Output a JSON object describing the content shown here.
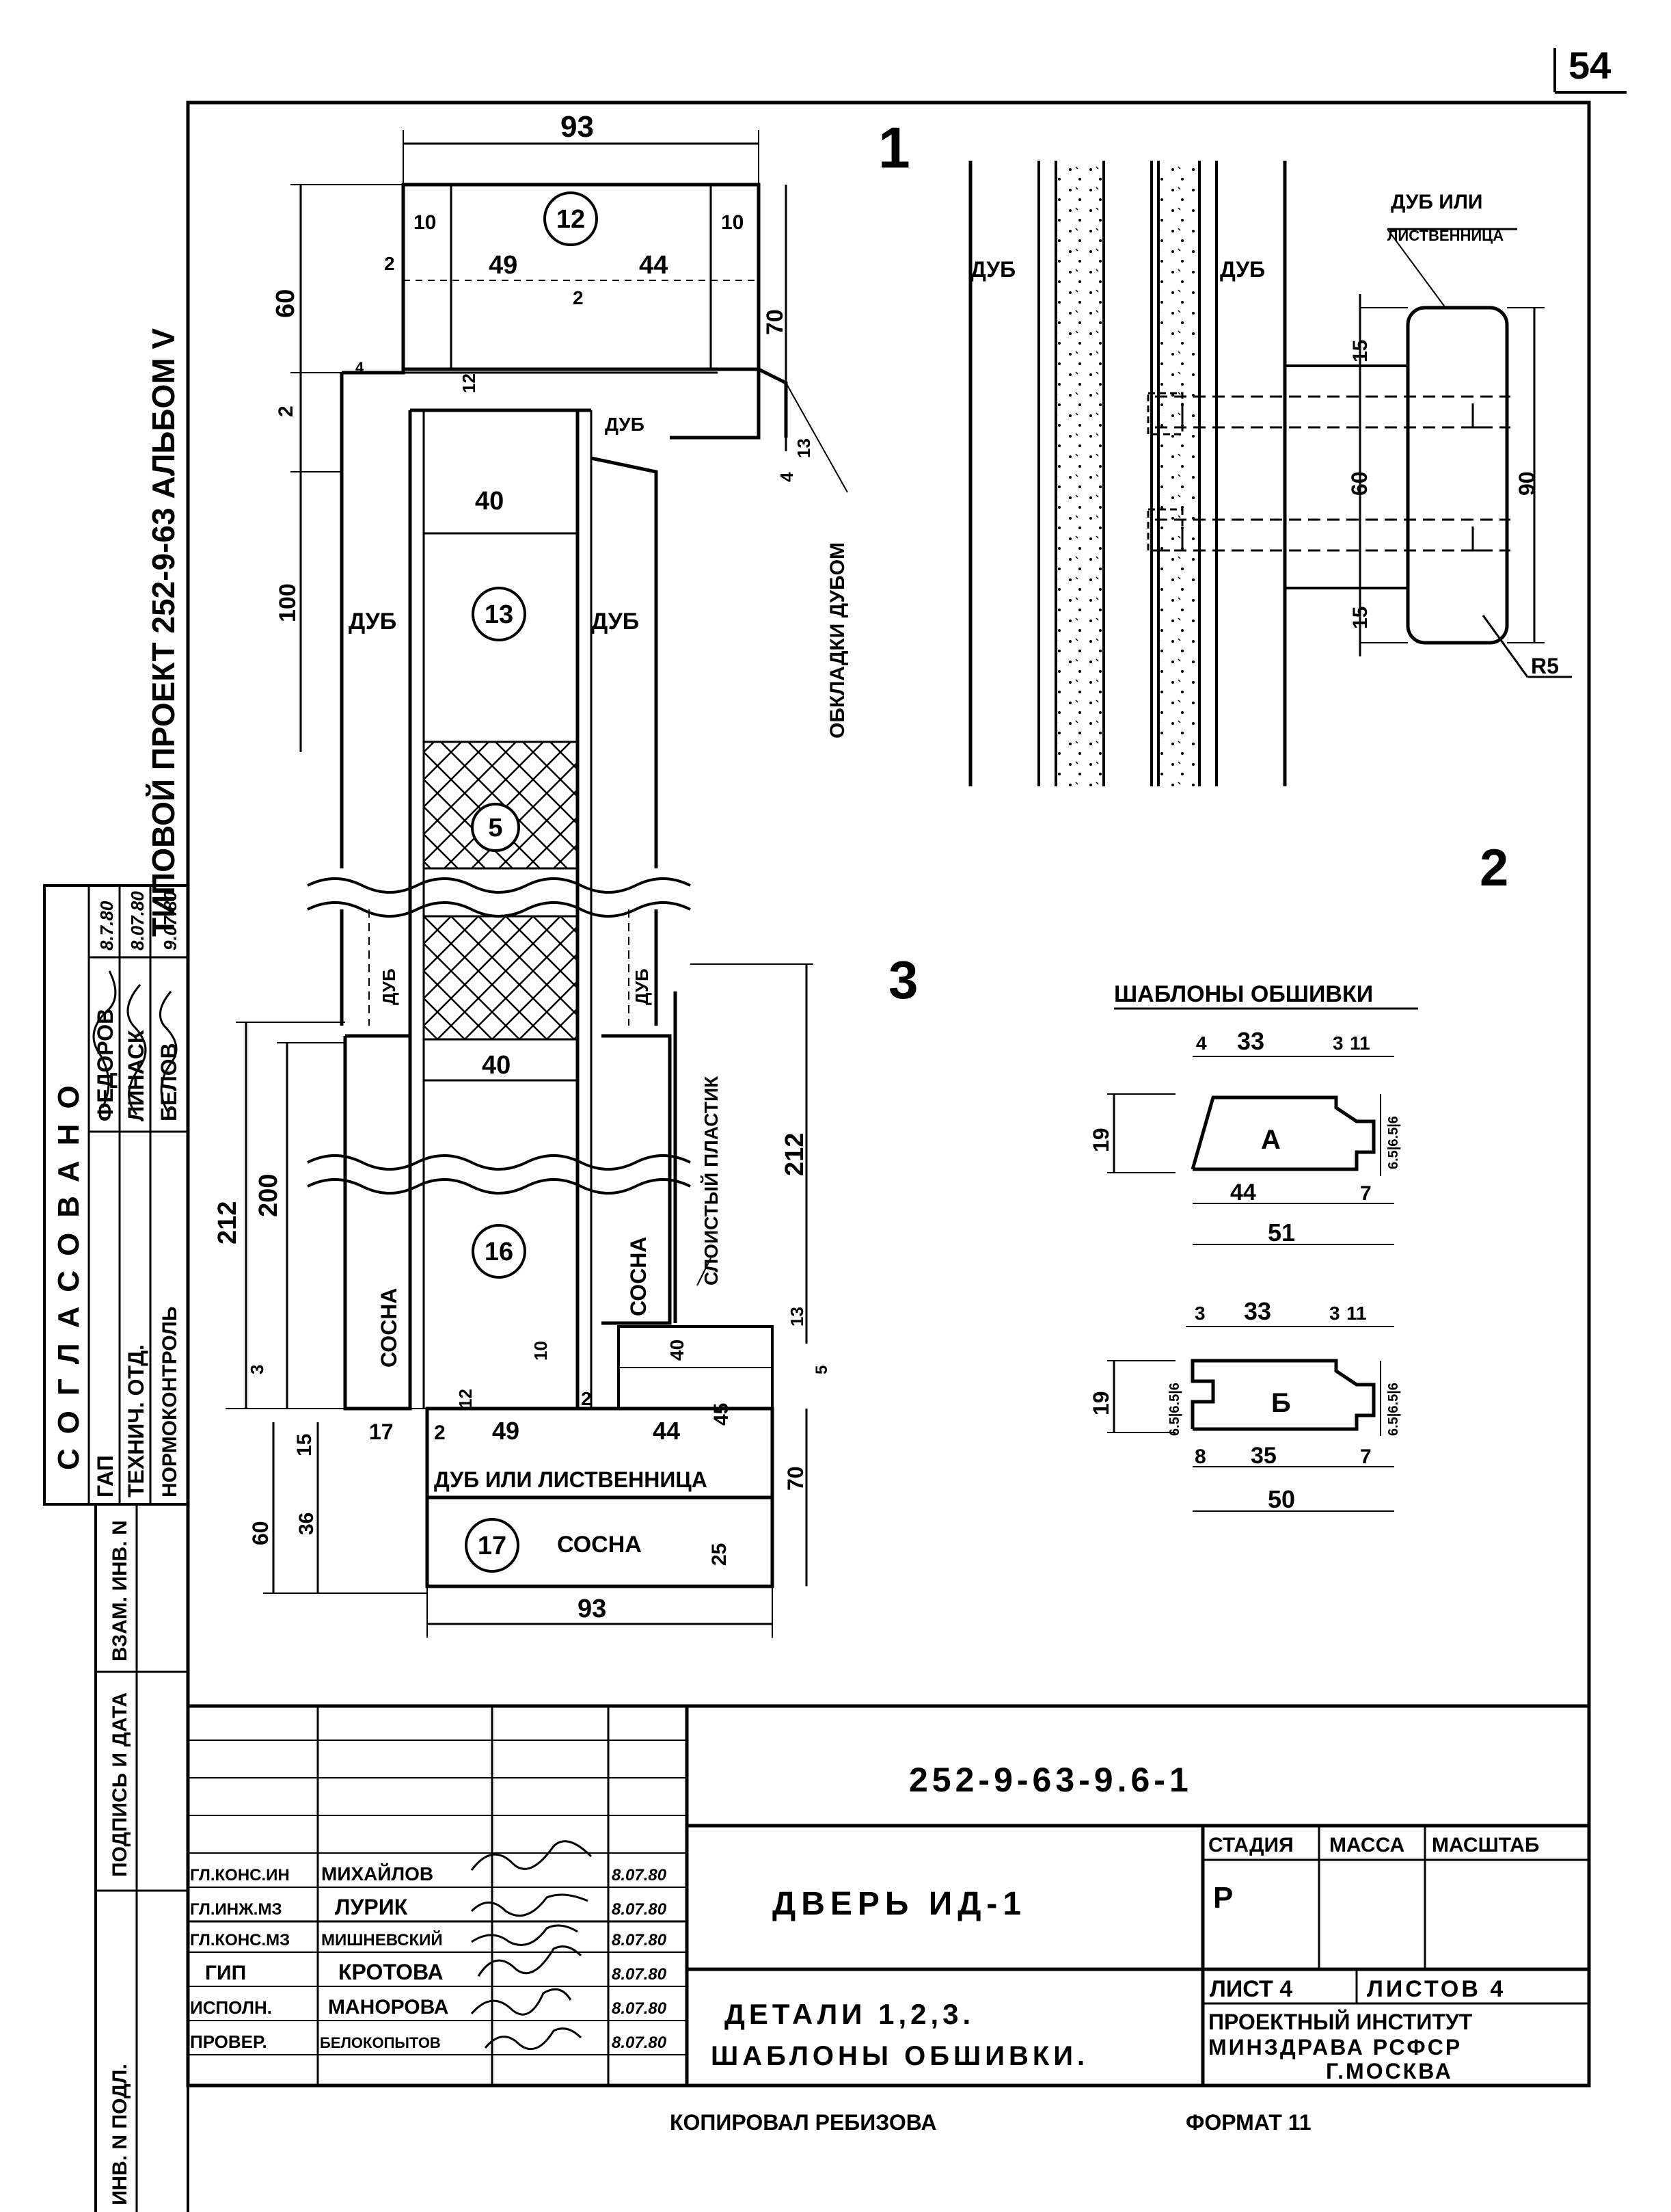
{
  "sheet_number": "54",
  "side_header": "ТИПОВОЙ ПРОЕКТ 252-9-63   АЛЬБОМ V",
  "approval": {
    "title": "СОГЛАСОВАНО",
    "rows": [
      {
        "role": "ГАП",
        "name": "ФЕДОРОВ",
        "date": "8.7.80"
      },
      {
        "role": "ТЕХНИЧ. ОТД.",
        "name": "ЛИНАСК",
        "date": "8.07.80"
      },
      {
        "role": "НОРМОКОНТРОЛЬ",
        "name": "БЕЛОВ",
        "date": "9.07.80"
      }
    ]
  },
  "left_stamp": {
    "inv_sub": "ВЗАМ. ИНВ. N",
    "sign_date": "ПОДПИСЬ И ДАТА",
    "inv_orig": "ИНВ. N ПОДЛ."
  },
  "detail_numbers": [
    "1",
    "2",
    "3"
  ],
  "detail1": {
    "dims": [
      "93",
      "10",
      "10",
      "49",
      "44",
      "2",
      "2",
      "60",
      "70",
      "2",
      "4",
      "12",
      "100",
      "40",
      "4",
      "13",
      "40"
    ],
    "marks": [
      "12",
      "13",
      "5",
      "16",
      "17"
    ],
    "labels": {
      "oak_left": "ДУБ",
      "oak_right": "ДУБ",
      "oak_small": "ДУБ",
      "oak_v1": "ДУБ",
      "oak_v2": "ДУБ",
      "oak_lining": "ОБКЛАДКИ ДУБОМ",
      "plastic": "СЛОИСТЫЙ ПЛАСТИК",
      "pine_left": "СОСНА",
      "pine_right": "СОСНА",
      "oak_or_larch": "ДУБ ИЛИ ЛИСТВЕННИЦА",
      "pine_bottom": "СОСНА"
    }
  },
  "detail3": {
    "dims": [
      "212",
      "200",
      "212",
      "3",
      "15",
      "17",
      "2",
      "12",
      "49",
      "2",
      "44",
      "10",
      "40",
      "45",
      "13",
      "5",
      "70",
      "60",
      "36",
      "25",
      "93"
    ]
  },
  "detail_top_right": {
    "oak_left": "ДУБ",
    "oak_right": "ДУБ",
    "larch_label_1": "ДУБ ИЛИ",
    "larch_label_2": "ЛИСТВЕННИЦА",
    "dims": [
      "15",
      "60",
      "15",
      "90"
    ],
    "radius": "R5"
  },
  "templates": {
    "title": "ШАБЛОНЫ ОБШИВКИ",
    "A": {
      "mark": "А",
      "top_dims": [
        "4",
        "33",
        "3",
        "11"
      ],
      "height": "19",
      "right": "6.5|6.5|6",
      "bottom_dims": [
        "44",
        "7"
      ],
      "total": "51"
    },
    "B": {
      "mark": "Б",
      "top_dims": [
        "3",
        "33",
        "3",
        "11"
      ],
      "height": "19",
      "left": "6.5|6.5|6",
      "right": "6.5|6.5|6",
      "bottom_dims": [
        "8",
        "35",
        "7"
      ],
      "total": "50"
    }
  },
  "title_block": {
    "doc_code": "252-9-63-9.6-1",
    "object": "ДВЕРЬ ИД-1",
    "sheet_title_1": "ДЕТАЛИ 1,2,3.",
    "sheet_title_2": "ШАБЛОНЫ ОБШИВКИ.",
    "stage_h": "СТАДИЯ",
    "mass_h": "МАССА",
    "scale_h": "МАСШТАБ",
    "stage": "Р",
    "sheet": "ЛИСТ 4",
    "sheets": "ЛИСТОВ 4",
    "org_1": "ПРОЕКТНЫЙ ИНСТИТУТ",
    "org_2": "МИНЗДРАВА РСФСР",
    "org_3": "Г.МОСКВА",
    "signers": [
      {
        "role": "ГЛ.КОНС.ИН",
        "name": "МИХАЙЛОВ",
        "date": "8.07.80"
      },
      {
        "role": "ГЛ.ИНЖ.МЗ",
        "name": "ЛУРИК",
        "date": "8.07.80"
      },
      {
        "role": "ГЛ.КОНС.МЗ",
        "name": "МИШНЕВСКИЙ",
        "date": "8.07.80"
      },
      {
        "role": "ГИП",
        "name": "КРОТОВА",
        "date": "8.07.80"
      },
      {
        "role": "ИСПОЛН.",
        "name": "МАНОРОВА",
        "date": "8.07.80"
      },
      {
        "role": "ПРОВЕР.",
        "name": "БЕЛОКОПЫТОВ",
        "date": "8.07.80"
      }
    ]
  },
  "footer": {
    "copied": "КОПИРОВАЛ РЕБИЗОВА",
    "format": "ФОРМАТ 11"
  }
}
